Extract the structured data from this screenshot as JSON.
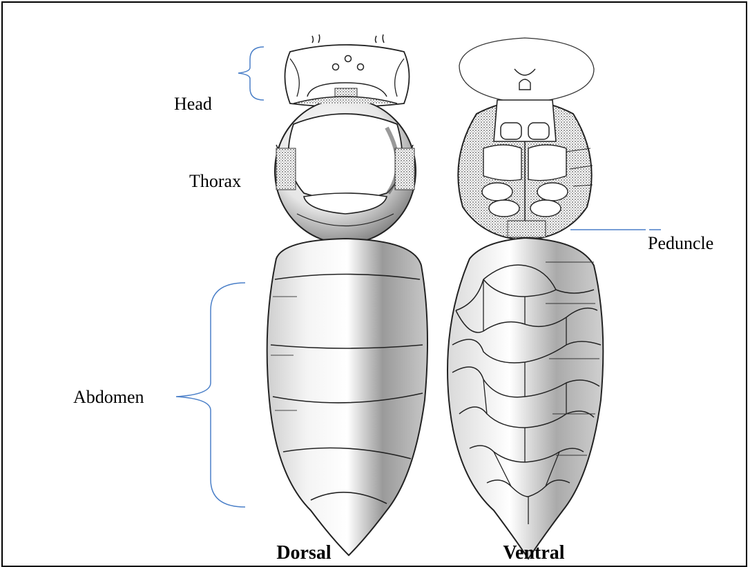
{
  "labels": {
    "head": "Head",
    "thorax": "Thorax",
    "abdomen": "Abdomen",
    "peduncle": "Peduncle"
  },
  "views": {
    "dorsal": "Dorsal",
    "ventral": "Ventral"
  },
  "colors": {
    "bracket": "#4a7fc8",
    "outline": "#111111",
    "shade": "#8a8a8a"
  }
}
